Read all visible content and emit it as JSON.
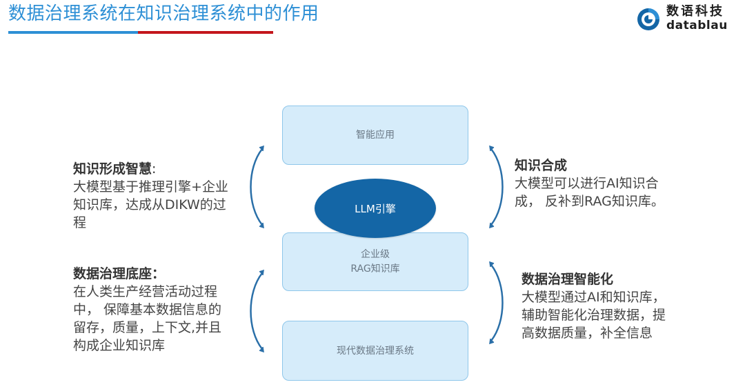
{
  "header": {
    "title": "数据治理系统在知识治理系统中的作用"
  },
  "logo": {
    "name_cn": "数语科技",
    "name_en": "datablau",
    "icon": "datablau-logo-icon"
  },
  "colors": {
    "title_blue": "#2d8fd5",
    "title_red": "#c3161c",
    "box_fill": "#d6ecfa",
    "box_border": "#8ec6ea",
    "ellipse_fill": "#1466a6",
    "bracket": "#2a6fa8"
  },
  "stack": {
    "top_box": "智能应用",
    "llm_engine": "LLM引擎",
    "middle_box_line1": "企业级",
    "middle_box_line2": "RAG知识库",
    "bottom_box": "现代数据治理系统"
  },
  "left_top": {
    "heading": "知识形成智慧",
    "colon": ":",
    "body": "大模型基于推理引擎+企业\n知识库，达成从DIKW的过\n程"
  },
  "left_bottom": {
    "heading": "数据治理底座：",
    "body": "在人类生产经营活动过程\n中， 保障基本数据信息的\n留存，质量，上下文,并且\n构成企业知识库"
  },
  "right_top": {
    "heading": "知识合成",
    "body": "大模型可以进行AI知识合\n成， 反补到RAG知识库。"
  },
  "right_bottom": {
    "heading": "数据治理智能化",
    "body": "大模型通过AI和知识库，\n辅助智能化治理数据，提\n高数据质量，补全信息"
  }
}
